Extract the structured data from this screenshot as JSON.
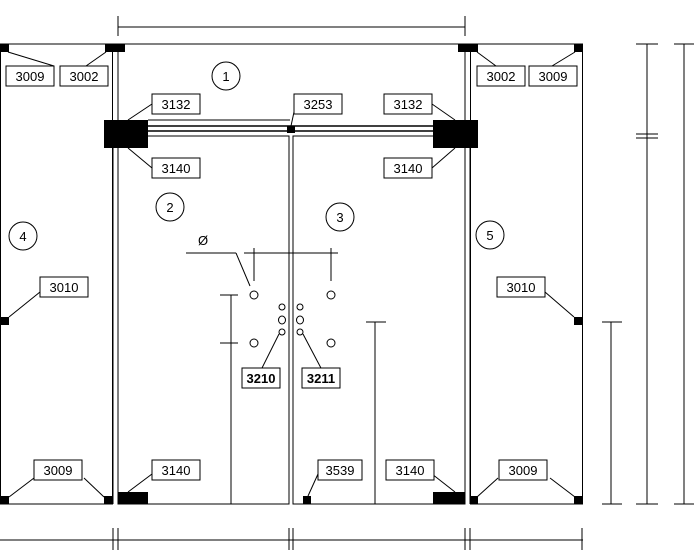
{
  "labels": {
    "p3009_tl": "3009",
    "p3002_tl": "3002",
    "p3002_tr": "3002",
    "p3009_tr": "3009",
    "p3132_l": "3132",
    "p3253": "3253",
    "p3132_r": "3132",
    "p3140_tl": "3140",
    "p3140_tr": "3140",
    "p3010_l": "3010",
    "p3010_r": "3010",
    "p3210": "3210",
    "p3211": "3211",
    "p3009_bl": "3009",
    "p3140_bl": "3140",
    "p3539": "3539",
    "p3140_br": "3140",
    "p3009_br": "3009"
  },
  "panels": {
    "n1": "1",
    "n2": "2",
    "n3": "3",
    "n4": "4",
    "n5": "5"
  },
  "diameter_symbol": "Ø"
}
